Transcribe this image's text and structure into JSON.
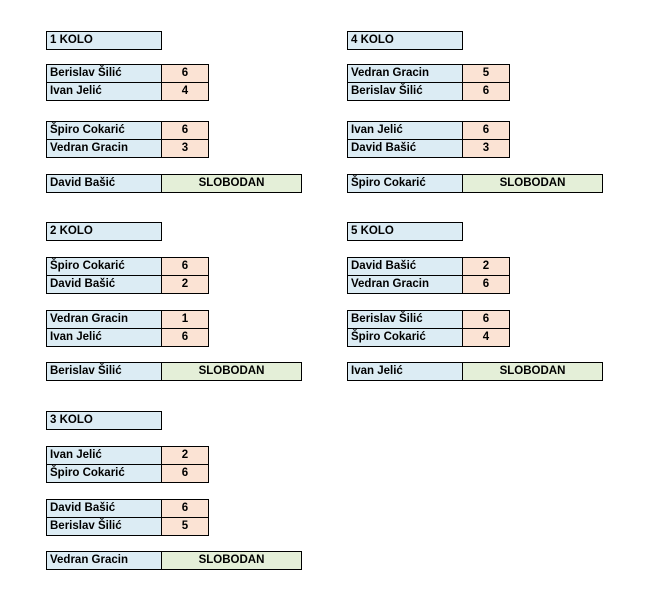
{
  "rounds": [
    {
      "title": "1 KOLO",
      "matches": [
        {
          "home": "Berislav Šilić",
          "home_score": "6",
          "away": "Ivan Jelić",
          "away_score": "4"
        },
        {
          "home": "Špiro Cokarić",
          "home_score": "6",
          "away": "Vedran Gracin",
          "away_score": "3"
        }
      ],
      "bye": {
        "player": "David Bašić",
        "label": "SLOBODAN"
      }
    },
    {
      "title": "2 KOLO",
      "matches": [
        {
          "home": "Špiro Cokarić",
          "home_score": "6",
          "away": "David Bašić",
          "away_score": "2"
        },
        {
          "home": "Vedran Gracin",
          "home_score": "1",
          "away": "Ivan Jelić",
          "away_score": "6"
        }
      ],
      "bye": {
        "player": "Berislav Šilić",
        "label": "SLOBODAN"
      }
    },
    {
      "title": "3 KOLO",
      "matches": [
        {
          "home": "Ivan Jelić",
          "home_score": "2",
          "away": "Špiro Cokarić",
          "away_score": "6"
        },
        {
          "home": "David Bašić",
          "home_score": "6",
          "away": "Berislav Šilić",
          "away_score": "5"
        }
      ],
      "bye": {
        "player": "Vedran Gracin",
        "label": "SLOBODAN"
      }
    },
    {
      "title": "4 KOLO",
      "matches": [
        {
          "home": "Vedran Gracin",
          "home_score": "5",
          "away": "Berislav Šilić",
          "away_score": "6"
        },
        {
          "home": "Ivan Jelić",
          "home_score": "6",
          "away": "David Bašić",
          "away_score": "3"
        }
      ],
      "bye": {
        "player": "Špiro Cokarić",
        "label": "SLOBODAN"
      }
    },
    {
      "title": "5 KOLO",
      "matches": [
        {
          "home": "David Bašić",
          "home_score": "2",
          "away": "Vedran Gracin",
          "away_score": "6"
        },
        {
          "home": "Berislav Šilić",
          "home_score": "6",
          "away": "Špiro Cokarić",
          "away_score": "4"
        }
      ],
      "bye": {
        "player": "Ivan Jelić",
        "label": "SLOBODAN"
      }
    }
  ],
  "colors": {
    "name_fill": "#dcecf4",
    "score_fill": "#fbe3d4",
    "bye_fill": "#e4efd8"
  }
}
